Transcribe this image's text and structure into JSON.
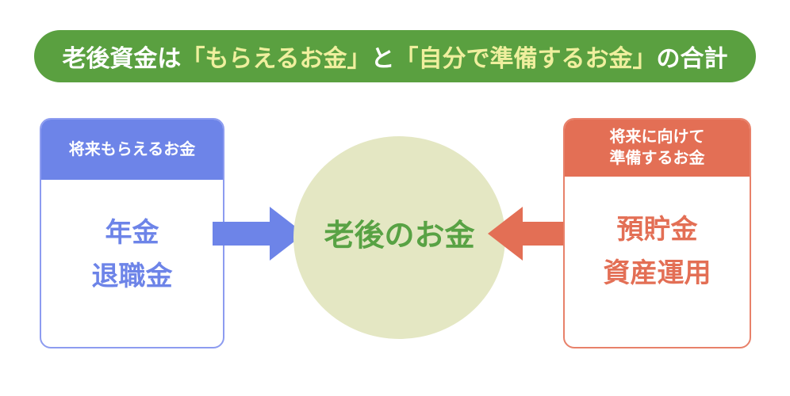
{
  "banner": {
    "segments": [
      {
        "text": "老後資金は",
        "emphasis": false
      },
      {
        "text": "「もらえるお金」",
        "emphasis": true
      },
      {
        "text": "と",
        "emphasis": false
      },
      {
        "text": "「自分で準備するお金」",
        "emphasis": true
      },
      {
        "text": "の合計",
        "emphasis": false
      }
    ]
  },
  "left_card": {
    "header": "将来もらえるお金",
    "items": [
      "年金",
      "退職金"
    ]
  },
  "center": {
    "label": "老後のお金"
  },
  "right_card": {
    "header_line1": "将来に向けて",
    "header_line2": "準備するお金",
    "items": [
      "預貯金",
      "資産運用"
    ]
  },
  "colors": {
    "banner_green": "#5aa040",
    "banner_text_white": "#ffffff",
    "banner_text_yellow": "#efef9e",
    "blue_accent": "#6d84e8",
    "blue_border": "#8d9cf0",
    "salmon_accent": "#e36f55",
    "salmon_border": "#e8816a",
    "circle_fill": "#e4e7c3",
    "circle_text_green": "#58a244",
    "background": "#ffffff"
  }
}
